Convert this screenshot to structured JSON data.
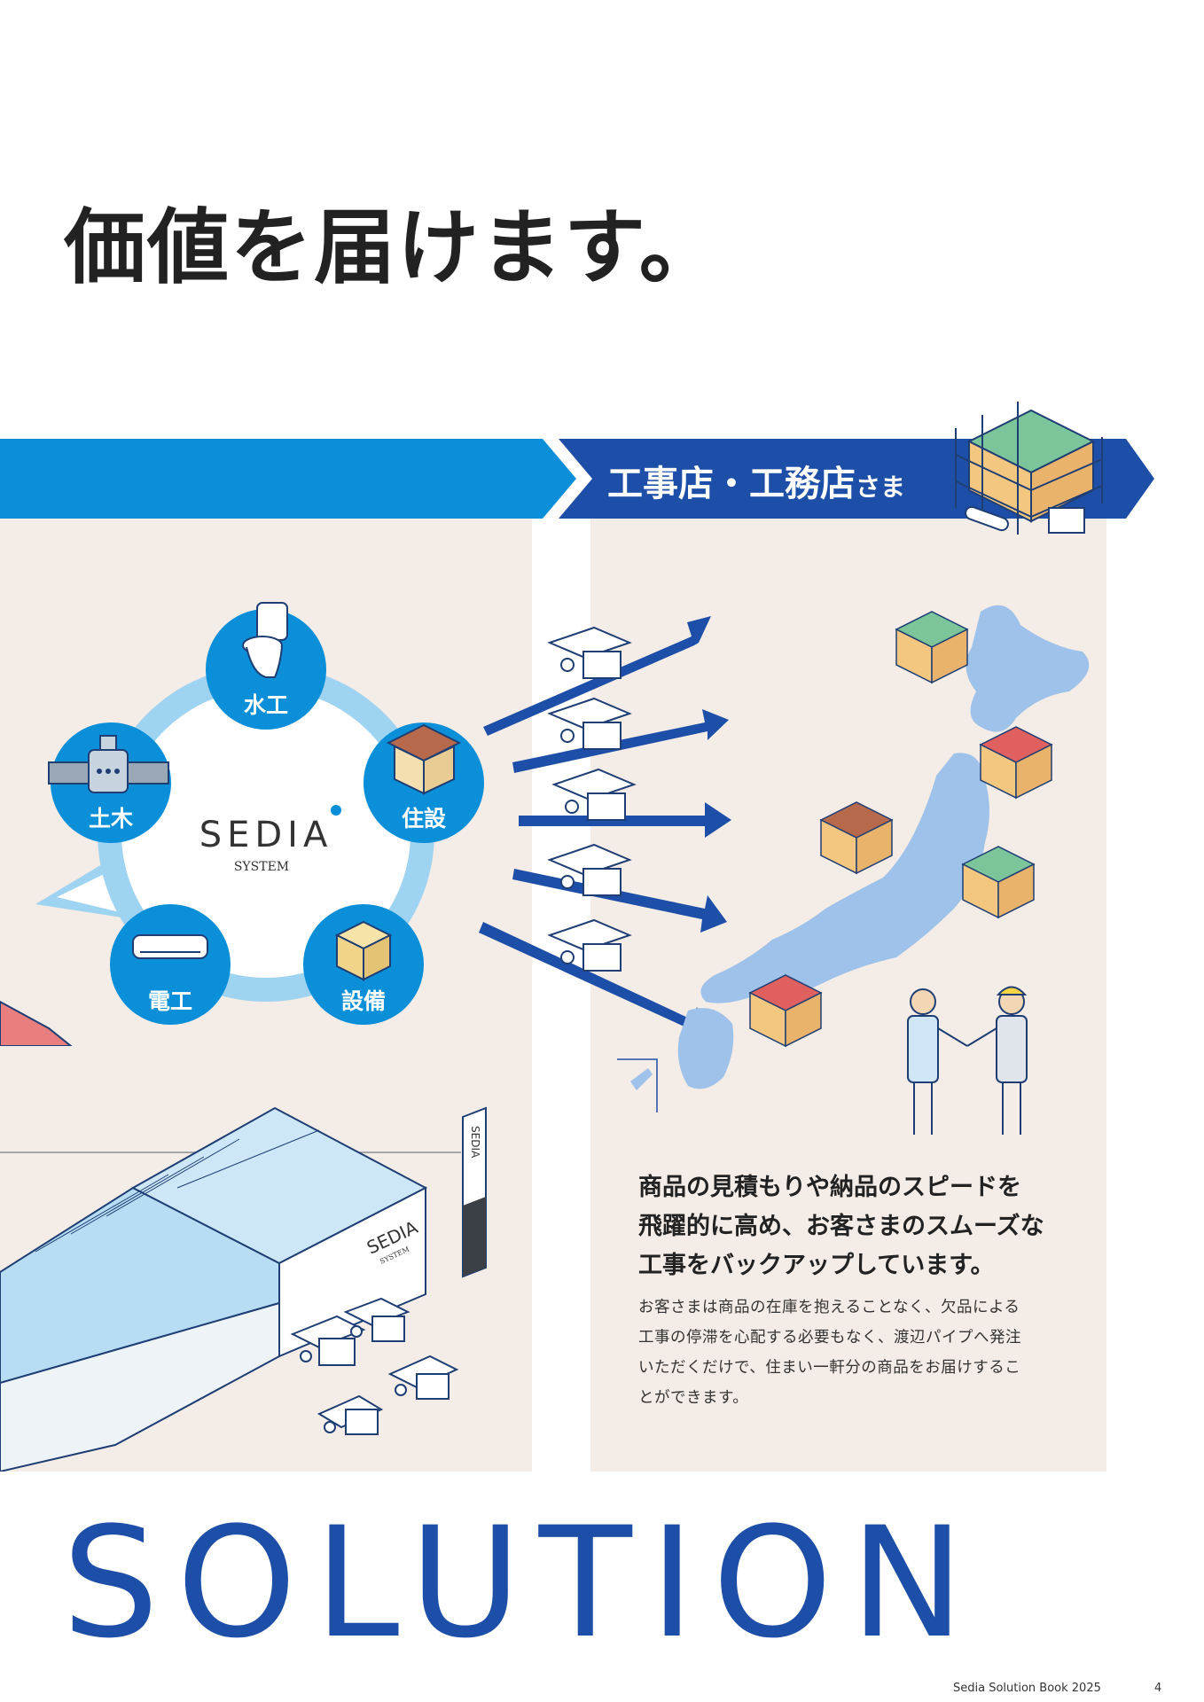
{
  "headline": "価値を届けます。",
  "customer": {
    "label": "工事店・工務店",
    "suffix": "さま"
  },
  "hub": {
    "brand": "SEDIA",
    "sub": "SYSTEM"
  },
  "categories": [
    {
      "label": "水工",
      "icon": "toilet-icon"
    },
    {
      "label": "住設",
      "icon": "house-icon"
    },
    {
      "label": "設備",
      "icon": "water-tank-icon"
    },
    {
      "label": "電工",
      "icon": "air-conditioner-icon"
    },
    {
      "label": "土木",
      "icon": "pipe-valve-icon"
    }
  ],
  "warehouse_sign": {
    "brand": "SEDIA",
    "sub": "SYSTEM"
  },
  "lead": [
    "商品の見積もりや納品のスピードを",
    "飛躍的に高め、お客さまのスムーズな",
    "工事をバックアップしています。"
  ],
  "body": [
    "お客さまは商品の在庫を抱えることなく、欠品による",
    "工事の停滞を心配する必要もなく、渡辺パイプへ発注",
    "いただくだけで、住まい一軒分の商品をお届けするこ",
    "とができます。"
  ],
  "section_word": "SOLUTION",
  "footer": {
    "book": "Sedia Solution Book 2025",
    "page": "4"
  },
  "colors": {
    "brand_blue": "#1e4fa8",
    "light_blue": "#0b8fd9",
    "panel_beige": "#f4ece6",
    "ring_blue": "#9fd3f2",
    "map_blue": "#9ec2ea"
  }
}
